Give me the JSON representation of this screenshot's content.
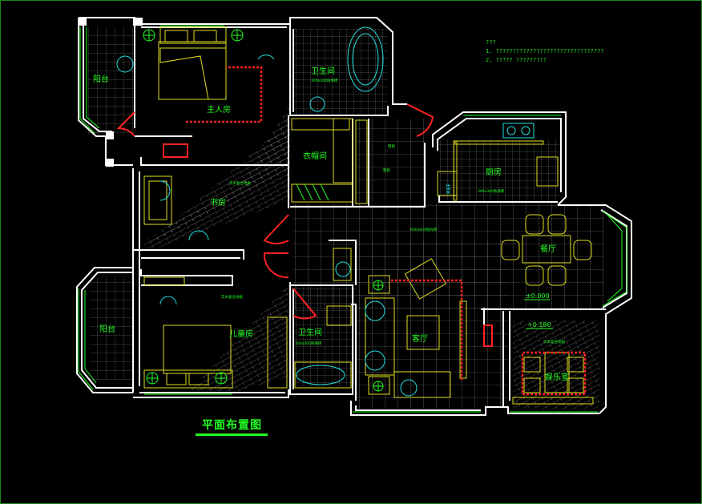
{
  "drawing_title": "平面布置图",
  "notes": {
    "heading": "???",
    "line1": "1. ????????????????????????????????",
    "line2": "2. ????? ?????????"
  },
  "rooms": {
    "balcony_top": "阳台",
    "master_bedroom": "主人房",
    "bathroom_top": "卫生间",
    "closet": "衣帽间",
    "study": "书房",
    "kitchen": "厨房",
    "dining": "餐厅",
    "balcony_bottom": "阳台",
    "kids_room": "儿童房",
    "bathroom_bottom": "卫生间",
    "living": "客厅",
    "entertainment": "娱乐室"
  },
  "small_notes": {
    "bath_top_note": "300x300防滑砖",
    "kitchen_note": "300x300防滑砖",
    "hall_note": "600x600抛光砖",
    "bath_bottom_note": "300x300防滑砖",
    "study_note": "实木复合地板",
    "kids_note": "实木复合地板",
    "ent_note": "实木复合地板",
    "shoe1": "鞋柜",
    "shoe2": "鞋柜",
    "ref": "REF"
  },
  "elevations": {
    "dining_level": "±0.000",
    "ent_level": "+0.180"
  },
  "colors": {
    "wall": "#ffffff",
    "furniture": "#e0e020",
    "text": "#22ff22",
    "door": "#ff2222",
    "window": "#22ff22",
    "grid": "#9a9a9a",
    "fixture": "#22e0e0"
  }
}
